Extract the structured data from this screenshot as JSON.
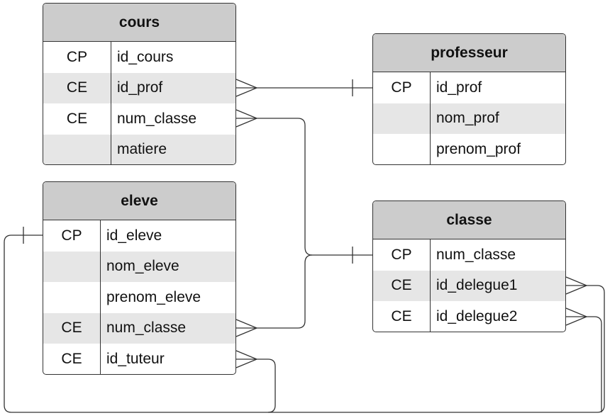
{
  "entities": {
    "cours": {
      "title": "cours",
      "rows": [
        {
          "key": "CP",
          "field": "id_cours"
        },
        {
          "key": "CE",
          "field": "id_prof"
        },
        {
          "key": "CE",
          "field": "num_classe"
        },
        {
          "key": "",
          "field": "matiere"
        }
      ]
    },
    "professeur": {
      "title": "professeur",
      "rows": [
        {
          "key": "CP",
          "field": "id_prof"
        },
        {
          "key": "",
          "field": "nom_prof"
        },
        {
          "key": "",
          "field": "prenom_prof"
        }
      ]
    },
    "eleve": {
      "title": "eleve",
      "rows": [
        {
          "key": "CP",
          "field": "id_eleve"
        },
        {
          "key": "",
          "field": "nom_eleve"
        },
        {
          "key": "",
          "field": "prenom_eleve"
        },
        {
          "key": "CE",
          "field": "num_classe"
        },
        {
          "key": "CE",
          "field": "id_tuteur"
        }
      ]
    },
    "classe": {
      "title": "classe",
      "rows": [
        {
          "key": "CP",
          "field": "num_classe"
        },
        {
          "key": "CE",
          "field": "id_delegue1"
        },
        {
          "key": "CE",
          "field": "id_delegue2"
        }
      ]
    }
  },
  "relationships": [
    {
      "from": "cours.id_prof",
      "to": "professeur.id_prof",
      "cardinality": "many-to-one"
    },
    {
      "from": "cours.num_classe",
      "to": "classe.num_classe",
      "cardinality": "many-to-one"
    },
    {
      "from": "eleve.num_classe",
      "to": "classe.num_classe",
      "cardinality": "many-to-one"
    },
    {
      "from": "eleve.id_tuteur",
      "to": "eleve.id_eleve",
      "cardinality": "many-to-one"
    },
    {
      "from": "classe.id_delegue1",
      "to": "eleve.id_eleve",
      "cardinality": "many-to-one"
    },
    {
      "from": "classe.id_delegue2",
      "to": "eleve.id_eleve",
      "cardinality": "many-to-one"
    }
  ],
  "colors": {
    "header_fill": "#cccccc",
    "shaded_row": "#e6e6e6",
    "line": "#333333"
  }
}
